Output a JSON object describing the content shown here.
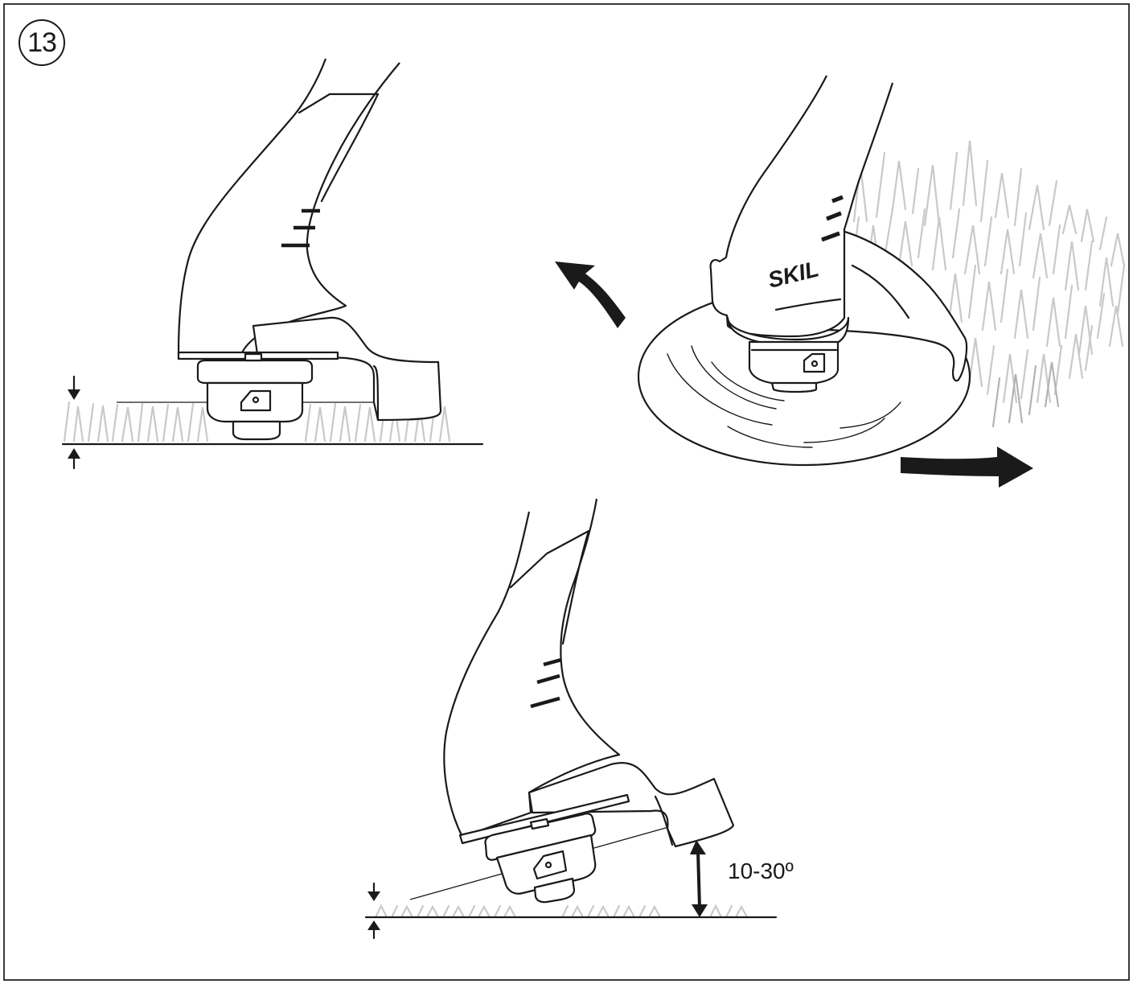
{
  "figure": {
    "number": "13",
    "brand_label": "SKIL",
    "angle_label": "10-30º"
  }
}
